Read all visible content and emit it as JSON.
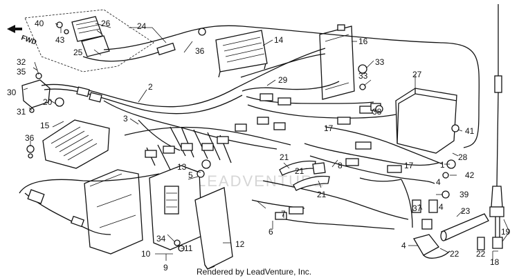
{
  "diagram": {
    "direction_label": "FWD",
    "watermark": "LEADVENTURE",
    "credit": "Rendered by LeadVenture, Inc.",
    "callouts": {
      "c1": "1",
      "c2": "2",
      "c3": "3",
      "c4a": "4",
      "c4b": "4",
      "c4c": "4",
      "c5": "5",
      "c6": "6",
      "c7": "7",
      "c8": "8",
      "c9": "9",
      "c10": "10",
      "c11": "11",
      "c12": "12",
      "c13": "13",
      "c14": "14",
      "c15": "15",
      "c16": "16",
      "c17a": "17",
      "c17b": "17",
      "c18": "18",
      "c19": "19",
      "c20": "20",
      "c21a": "21",
      "c21b": "21",
      "c21c": "21",
      "c22a": "22",
      "c22b": "22",
      "c23": "23",
      "c24": "24",
      "c25": "25",
      "c26": "26",
      "c27": "27",
      "c28": "28",
      "c29": "29",
      "c30": "30",
      "c31": "31",
      "c32": "32",
      "c33a": "33",
      "c33b": "33",
      "c34": "34",
      "c35": "35",
      "c36a": "36",
      "c36b": "36",
      "c37": "37",
      "c38": "38",
      "c39": "39",
      "c40": "40",
      "c41": "41",
      "c42": "42",
      "c43": "43"
    }
  }
}
